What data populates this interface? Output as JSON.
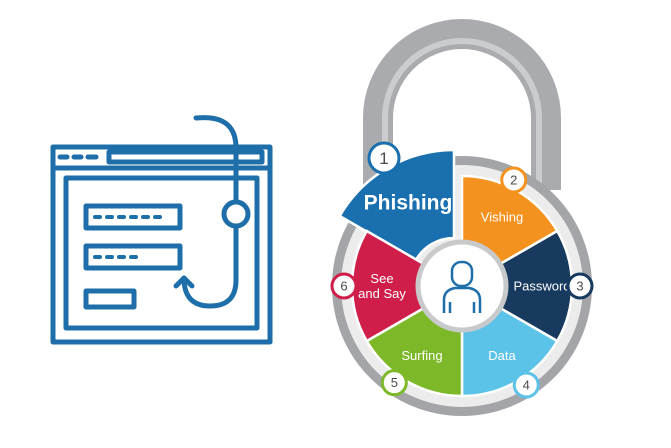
{
  "colors": {
    "icon_blue": "#1E6FA9",
    "shackle_outer": "#A9ABAE",
    "shackle_inner": "#CBCCCE",
    "ring": "#A3A5A8",
    "center_border": "#C8C9CB",
    "badge_text": "#4A4A4A"
  },
  "icons": {
    "phishing_illustration": "browser-window-with-fishhook-icon",
    "center_person": "user-outline-icon"
  },
  "segments": [
    {
      "number": "1",
      "lines": [
        "Phishing"
      ],
      "color": "#1A6FAE",
      "highlighted": true
    },
    {
      "number": "2",
      "lines": [
        "Vishing"
      ],
      "color": "#F4921F"
    },
    {
      "number": "3",
      "lines": [
        "Password"
      ],
      "color": "#173A5E"
    },
    {
      "number": "4",
      "lines": [
        "Data"
      ],
      "color": "#5CC3E8"
    },
    {
      "number": "5",
      "lines": [
        "Surfing"
      ],
      "color": "#7DB829"
    },
    {
      "number": "6",
      "lines": [
        "See",
        "and Say"
      ],
      "color": "#D01E4A"
    }
  ]
}
